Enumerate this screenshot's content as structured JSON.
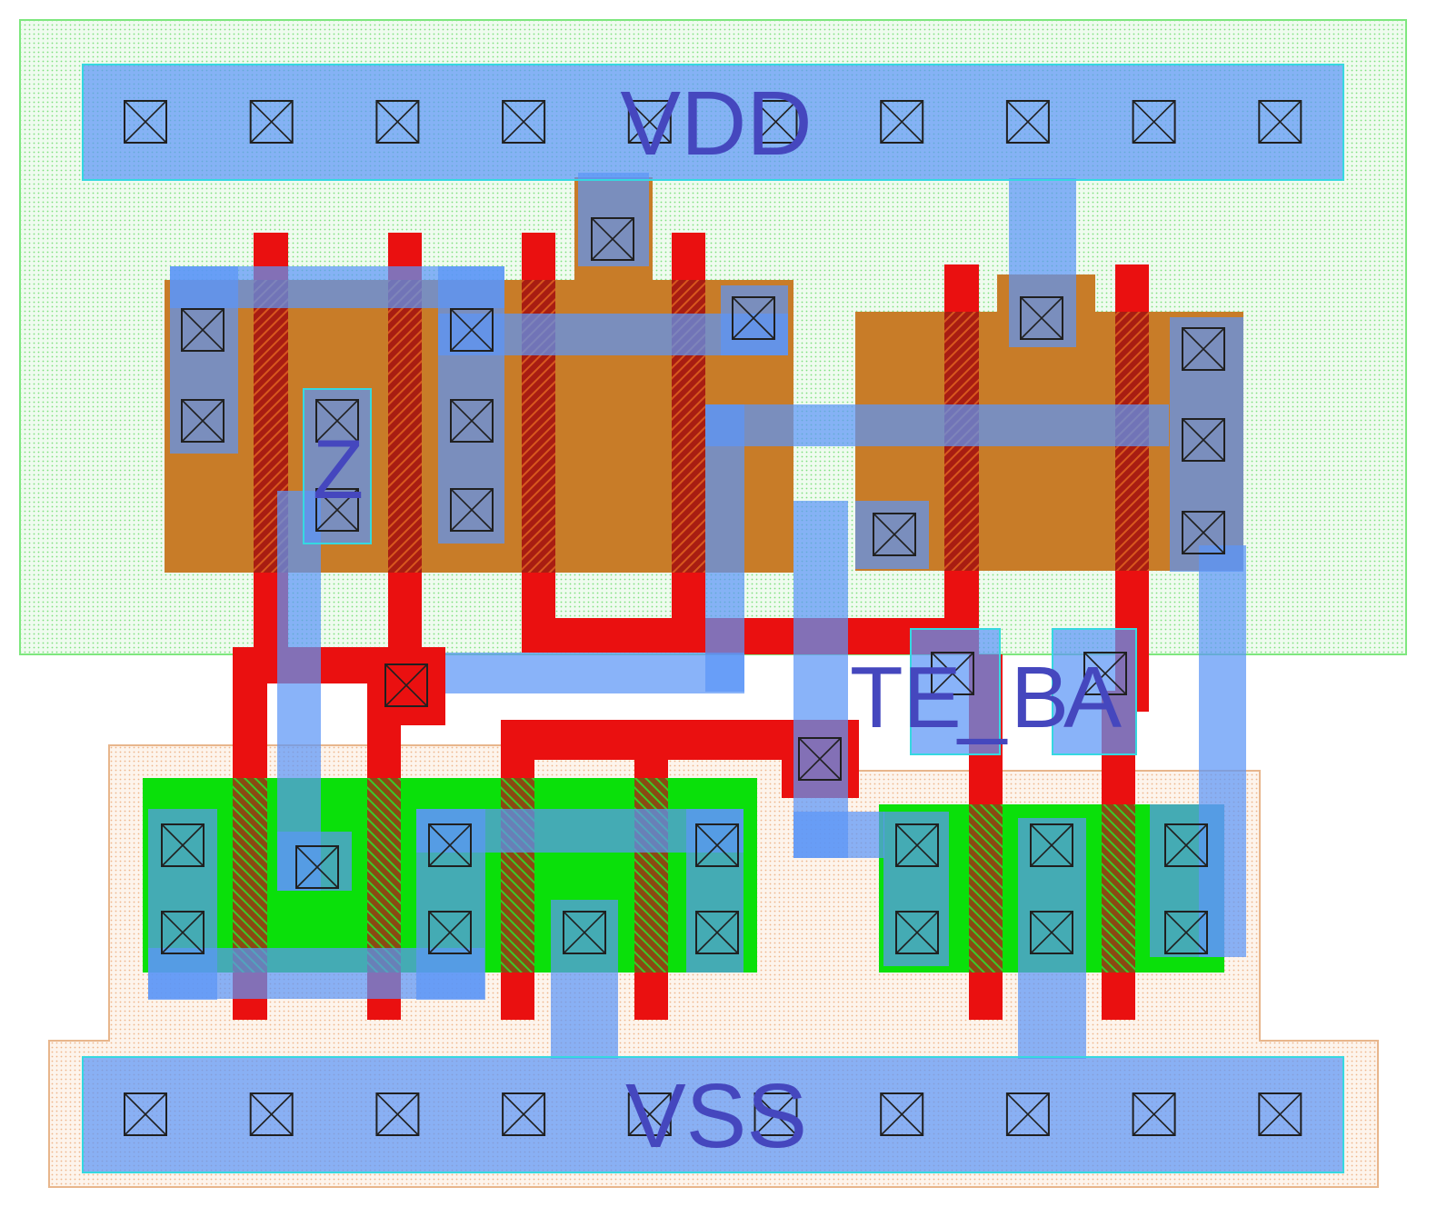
{
  "diagram": {
    "type": "standard-cell-layout",
    "pins": {
      "vdd": "VDD",
      "vss": "VSS",
      "z": "Z",
      "te": "TE",
      "separator": "_",
      "b": "B",
      "a": "A"
    },
    "layers": {
      "nwell": {
        "name": "nwell",
        "color": "#2be22b"
      },
      "pwell": {
        "name": "pwell",
        "color": "#e8a060"
      },
      "pdiff": {
        "name": "p-diffusion",
        "color": "#c87c28"
      },
      "ndiff": {
        "name": "n-diffusion",
        "color": "#0ae00a"
      },
      "poly": {
        "name": "poly",
        "color": "#ea1010"
      },
      "metal1": {
        "name": "metal1",
        "color": "#6e9cf0"
      },
      "contact": {
        "name": "contact",
        "color": "#202020"
      },
      "pin": {
        "name": "pin",
        "color": "#36d8e0"
      },
      "label": {
        "name": "label",
        "color": "#4547be"
      }
    },
    "counts": {
      "vdd_rail_contacts": 10,
      "vss_rail_contacts": 10
    }
  }
}
